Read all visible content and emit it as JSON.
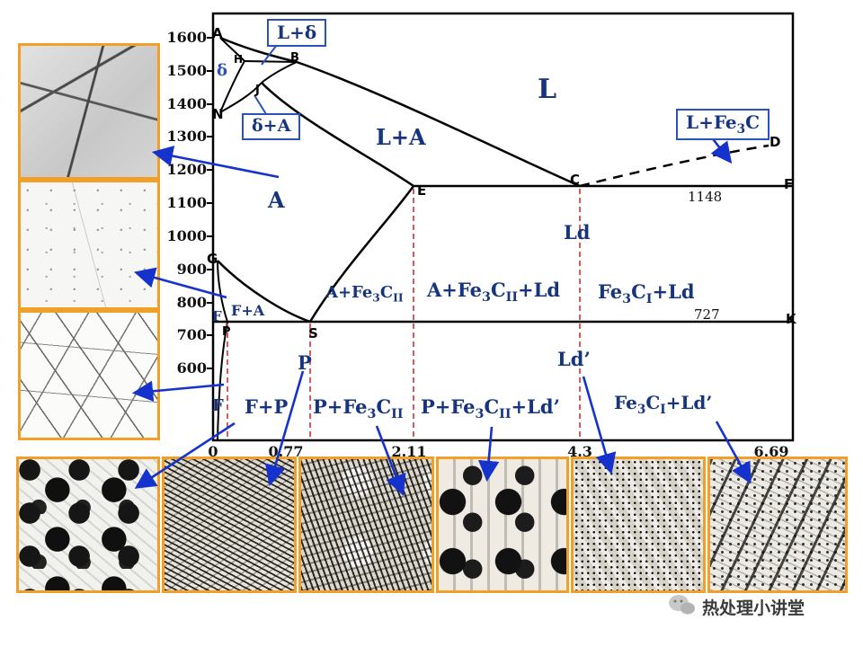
{
  "axis": {
    "y_ticks": [
      "1600",
      "1500",
      "1400",
      "1300",
      "1200",
      "1100",
      "1000",
      "900",
      "800",
      "700",
      "600"
    ],
    "x_ticks": [
      "0",
      "0.77",
      "2.11",
      "4.3",
      "6.69"
    ]
  },
  "points": {
    "a": "A",
    "h": "H",
    "b": "B",
    "j": "J",
    "n": "N",
    "e": "E",
    "c": "C",
    "d": "D",
    "f_right": "F",
    "g": "G",
    "p": "P",
    "s": "S",
    "k": "K"
  },
  "temps": {
    "eutectic": "1148",
    "eutectoid": "727"
  },
  "regions": {
    "l": "L",
    "l_a": "L+A",
    "a": "A",
    "delta": "δ",
    "ld": "Ld",
    "ld_prime": "Ld’",
    "f_mid": "F",
    "f_a": "F+A",
    "f_low": "F",
    "f_p": "F+P",
    "p_arrow": "P",
    "a_fe3c2": {
      "p1": "A+Fe",
      "s1": "3",
      "p2": "C",
      "s2": "II",
      "p3": ""
    },
    "a_fe3c2_ld": {
      "p1": "A+Fe",
      "s1": "3",
      "p2": "C",
      "s2": "II",
      "p3": "+Ld"
    },
    "fe3c1_ld": {
      "p1": "Fe",
      "s1": "3",
      "p2": "C",
      "s2": "I",
      "p3": "+Ld"
    },
    "p_fe3c2": {
      "p1": "P+Fe",
      "s1": "3",
      "p2": "C",
      "s2": "II",
      "p3": ""
    },
    "p_fe3c2_ldp": {
      "p1": "P+Fe",
      "s1": "3",
      "p2": "C",
      "s2": "II",
      "p3": "+Ld’"
    },
    "fe3c1_ldp": {
      "p1": "Fe",
      "s1": "3",
      "p2": "C",
      "s2": "I",
      "p3": "+Ld’"
    }
  },
  "callouts": {
    "l_delta": "L+δ",
    "delta_a": "δ+A",
    "l_fe3c": {
      "p1": "L+Fe",
      "s1": "3",
      "p2": "C"
    }
  },
  "watermark": {
    "text": "热处理小讲堂"
  },
  "colors": {
    "navy": "#17357e",
    "box_blue": "#2a52b8",
    "arrow_blue": "#1533cc",
    "orange": "#f0a028",
    "red_dash": "#cc3333"
  }
}
